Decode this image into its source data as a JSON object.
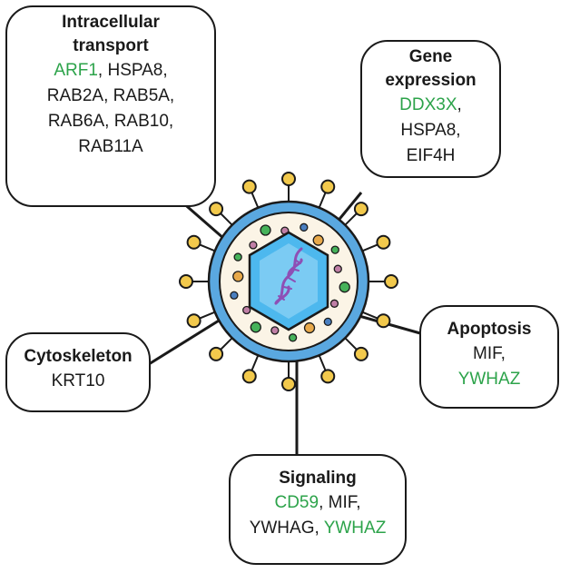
{
  "colors": {
    "highlight": "#2ca34a",
    "text": "#1a1a1a",
    "membrane": "#5aa8e0",
    "cytoplasm": "#fbf4e6",
    "spike": "#f2c94c",
    "nucleus": "#4db8ee",
    "dna": "#8e4fb5"
  },
  "icons": {
    "vesicle": "extracellular-vesicle-icon",
    "dna": "dna-helix-icon"
  },
  "boxes": {
    "intracellular": {
      "title_line1": "Intracellular",
      "title_line2": "transport",
      "p1": "ARF1",
      "s1": ", HSPA8,",
      "l2": "RAB2A, RAB5A,",
      "l3": "RAB6A, RAB10,",
      "l4": "RAB11A"
    },
    "gene": {
      "title_line1": "Gene",
      "title_line2": "expression",
      "p1": "DDX3X",
      "s1": ",",
      "l2": "HSPA8,",
      "l3": "EIF4H"
    },
    "cytoskeleton": {
      "title": "Cytoskeleton",
      "l1": "KRT10"
    },
    "apoptosis": {
      "title": "Apoptosis",
      "l1": "MIF,",
      "p2": "YWHAZ"
    },
    "signaling": {
      "title": "Signaling",
      "p1": "CD59",
      "s1": ", MIF,",
      "l2a": "YWHAG, ",
      "p2": "YWHAZ"
    }
  }
}
